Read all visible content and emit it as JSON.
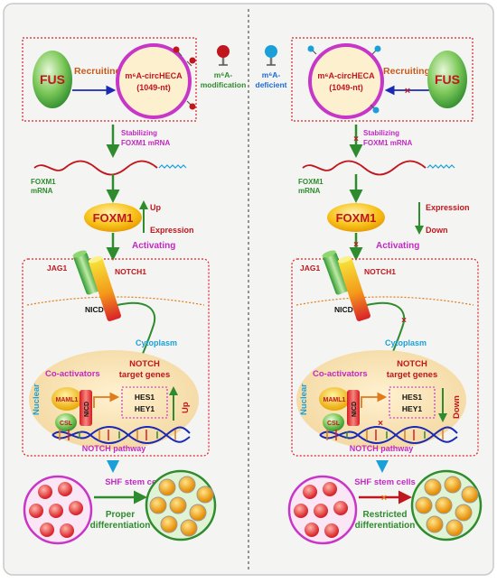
{
  "colors": {
    "background": "#f4f4f2",
    "dotted_border": "#d8202a",
    "arrow_green": "#2e8b2e",
    "red_text": "#c0161d",
    "magenta_text": "#c428c4",
    "cyan_text": "#1aa0d8",
    "fus_green": "#33a033",
    "foxm1_orange": "#f2a900",
    "nucleus_fill": "#f7dfb0",
    "circle_magenta": "#c736c7"
  },
  "left": {
    "fus": "FUS",
    "recruiting": "Recruiting",
    "circ_name": "m⁶A-circHECA",
    "circ_length": "(1049-nt)",
    "modification": "m⁶A-\nmodification",
    "stabilizing_1": "Stabilizing",
    "stabilizing_2": "FOXM1 mRNA",
    "mrna_1": "FOXM1",
    "mrna_2": "mRNA",
    "foxm1": "FOXM1",
    "change": "Up",
    "expression": "Expression",
    "activating": "Activating",
    "jag1": "JAG1",
    "notch1": "NOTCH1",
    "nicd": "NICD",
    "cytoplasm": "Cytoplasm",
    "nuclear": "Nuclear",
    "coactivators": "Co-activators",
    "target_1": "NOTCH",
    "target_2": "target genes",
    "maml1": "MAML1",
    "csl": "CSL",
    "nicd_nuc": "NICD",
    "hes1": "HES1",
    "hey1": "HEY1",
    "gene_change": "Up",
    "pathway": "NOTCH pathway",
    "shf": "SHF stem cells",
    "diff_1": "Proper",
    "diff_2": "differentiation"
  },
  "right": {
    "fus": "FUS",
    "recruiting": "Recruiting",
    "circ_name": "m⁶A-circHECA",
    "circ_length": "(1049-nt)",
    "deficient": "m⁶A-\ndeficient",
    "stabilizing_1": "Stabilizing",
    "stabilizing_2": "FOXM1 mRNA",
    "mrna_1": "FOXM1",
    "mrna_2": "mRNA",
    "foxm1": "FOXM1",
    "expression": "Expression",
    "change": "Down",
    "activating": "Activating",
    "jag1": "JAG1",
    "notch1": "NOTCH1",
    "nicd": "NICD",
    "cytoplasm": "Cytoplasm",
    "nuclear": "Nuclear",
    "coactivators": "Co-activators",
    "target_1": "NOTCH",
    "target_2": "target genes",
    "maml1": "MAML1",
    "csl": "CSL",
    "nicd_nuc": "NICD",
    "hes1": "HES1",
    "hey1": "HEY1",
    "gene_change": "Down",
    "pathway": "NOTCH pathway",
    "shf": "SHF stem cells",
    "diff_1": "Restricted",
    "diff_2": "differentiation"
  }
}
